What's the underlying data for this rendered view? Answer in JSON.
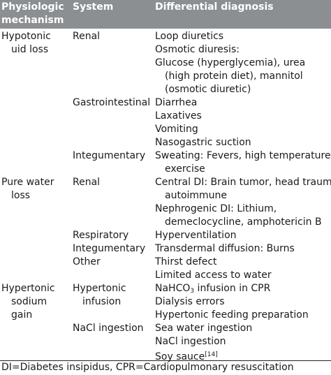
{
  "table": {
    "headers": {
      "mechanism_line1": "Physiologic",
      "mechanism_line2": "mechanism",
      "system": "System",
      "diagnosis": "Differential diagnosis"
    },
    "mechanisms": {
      "hypotonic": [
        "Hypotonic",
        "uid loss"
      ],
      "pure_water": [
        "Pure water",
        "loss"
      ],
      "hypertonic": [
        "Hypertonic",
        "sodium",
        "gain"
      ]
    },
    "systems": {
      "renal_1": "Renal",
      "gastrointestinal": "Gastrointestinal",
      "integumentary_1": "Integumentary",
      "renal_2": "Renal",
      "respiratory": "Respiratory",
      "integumentary_2": "Integumentary",
      "other": "Other",
      "hypertonic_infusion": [
        "Hypertonic",
        "infusion"
      ],
      "nacl_ingestion": "NaCl ingestion"
    },
    "diagnoses": {
      "loop_diuretics": "Loop diuretics",
      "osmotic_diuresis": "Osmotic diuresis:",
      "glucose": [
        "Glucose (hyperglycemia), urea",
        "(high protein diet), mannitol",
        "(osmotic diuretic)"
      ],
      "diarrhea": "Diarrhea",
      "laxatives": "Laxatives",
      "vomiting": "Vomiting",
      "nasogastric": "Nasogastric suction",
      "sweating": [
        "Sweating: Fevers, high temperatures,",
        "exercise"
      ],
      "central_di": [
        "Central DI: Brain tumor, head trauma,",
        "autoimmune"
      ],
      "nephrogenic_di": [
        "Nephrogenic DI: Lithium,",
        "demeclocycline, amphotericin B"
      ],
      "hyperventilation": "Hyperventilation",
      "transdermal": "Transdermal diffusion: Burns",
      "thirst": "Thirst defect",
      "limited_access": "Limited access to water",
      "nahco3": {
        "pre": "NaHCO",
        "sub": "3",
        "post": " infusion in CPR"
      },
      "dialysis": "Dialysis errors",
      "hypertonic_feeding": "Hypertonic feeding preparation",
      "sea_water": "Sea water ingestion",
      "nacl_ingestion": "NaCl ingestion",
      "soy_sauce": {
        "text": "Soy sauce",
        "ref": "[14]"
      }
    }
  },
  "footnote": "DI=Diabetes insipidus, CPR=Cardiopulmonary resuscitation"
}
